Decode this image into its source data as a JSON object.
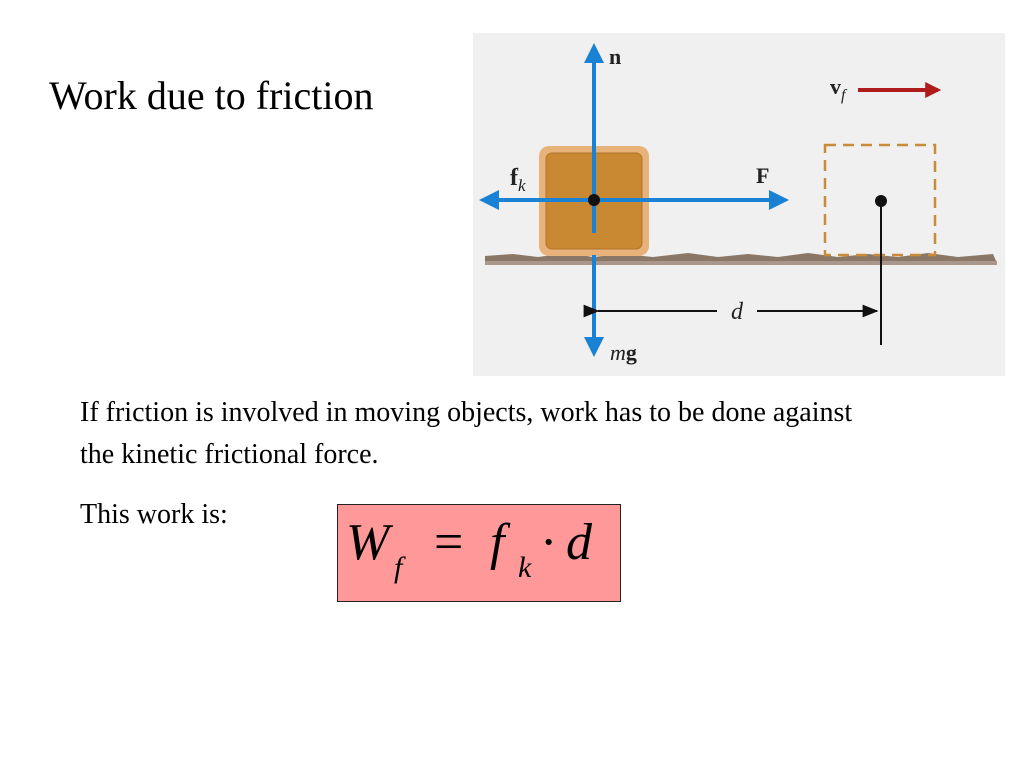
{
  "slide": {
    "title": "Work due to friction",
    "body_text": "If friction is involved in moving objects, work has to be done against the kinetic frictional force.",
    "lead_in": "This work is:"
  },
  "figure": {
    "labels": {
      "normal_force": "n",
      "friction_force_symbol": "f",
      "friction_force_subscript": "k",
      "applied_force": "F",
      "final_velocity_symbol": "v",
      "final_velocity_subscript": "f",
      "distance": "d",
      "weight_m": "m",
      "weight_g": "g"
    },
    "colors": {
      "arrow": "#1a82d4",
      "velocity_arrow": "#b01c1c",
      "block": "#c98832",
      "block_edge": "#e8b37a",
      "dashed_box": "#c98a3a",
      "ground": "#8a7766",
      "background": "#f0f0f0"
    }
  },
  "formula": {
    "lhs_symbol": "W",
    "lhs_subscript": "f",
    "equals": "=",
    "rhs_symbol": "f",
    "rhs_subscript": "k",
    "dot": "·",
    "rhs_factor": "d",
    "background": "#ff9999"
  }
}
